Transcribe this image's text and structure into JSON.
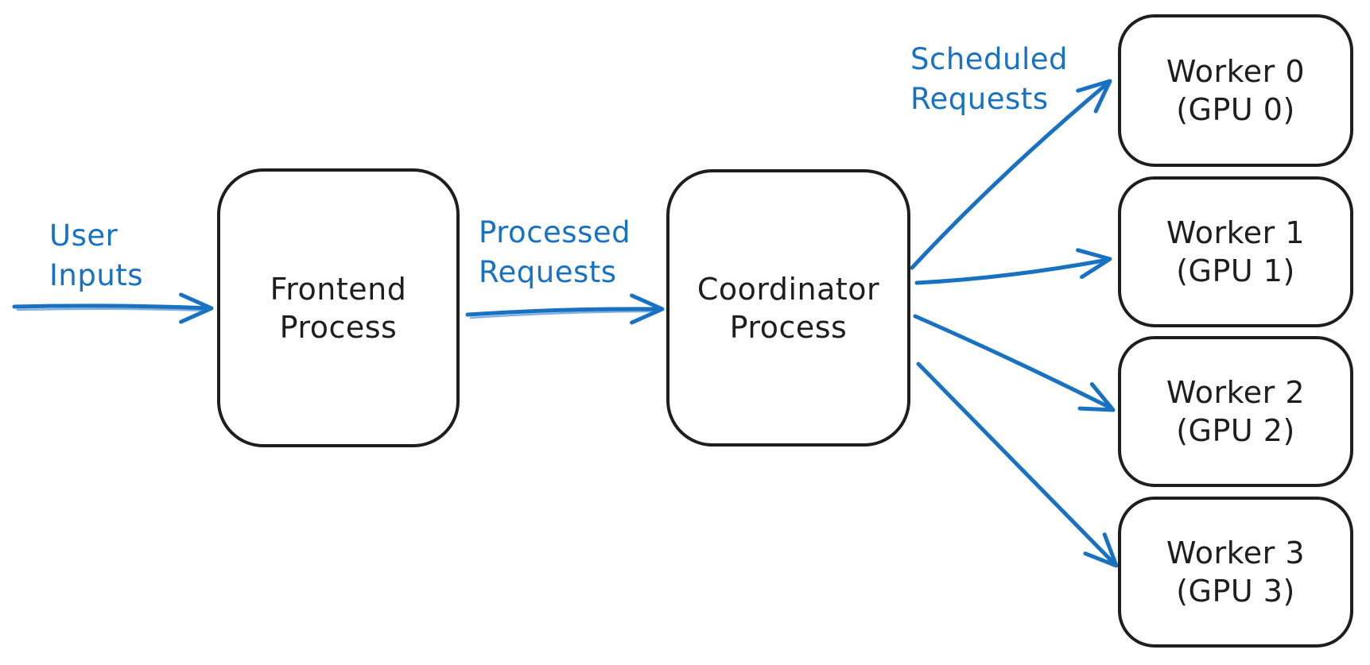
{
  "nodes": {
    "frontend": {
      "line1": "Frontend",
      "line2": "Process"
    },
    "coordinator": {
      "line1": "Coordinator",
      "line2": "Process"
    },
    "workers": [
      {
        "line1": "Worker 0",
        "line2": "(GPU 0)"
      },
      {
        "line1": "Worker 1",
        "line2": "(GPU 1)"
      },
      {
        "line1": "Worker 2",
        "line2": "(GPU 2)"
      },
      {
        "line1": "Worker 3",
        "line2": "(GPU 3)"
      }
    ]
  },
  "edge_labels": {
    "user_inputs": {
      "line1": "User",
      "line2": "Inputs"
    },
    "processed_requests": {
      "line1": "Processed",
      "line2": "Requests"
    },
    "scheduled_requests": {
      "line1": "Scheduled",
      "line2": "Requests"
    }
  },
  "colors": {
    "arrow_accent": "#1971c2",
    "node_stroke": "#1e1e1e",
    "background": "#ffffff"
  }
}
